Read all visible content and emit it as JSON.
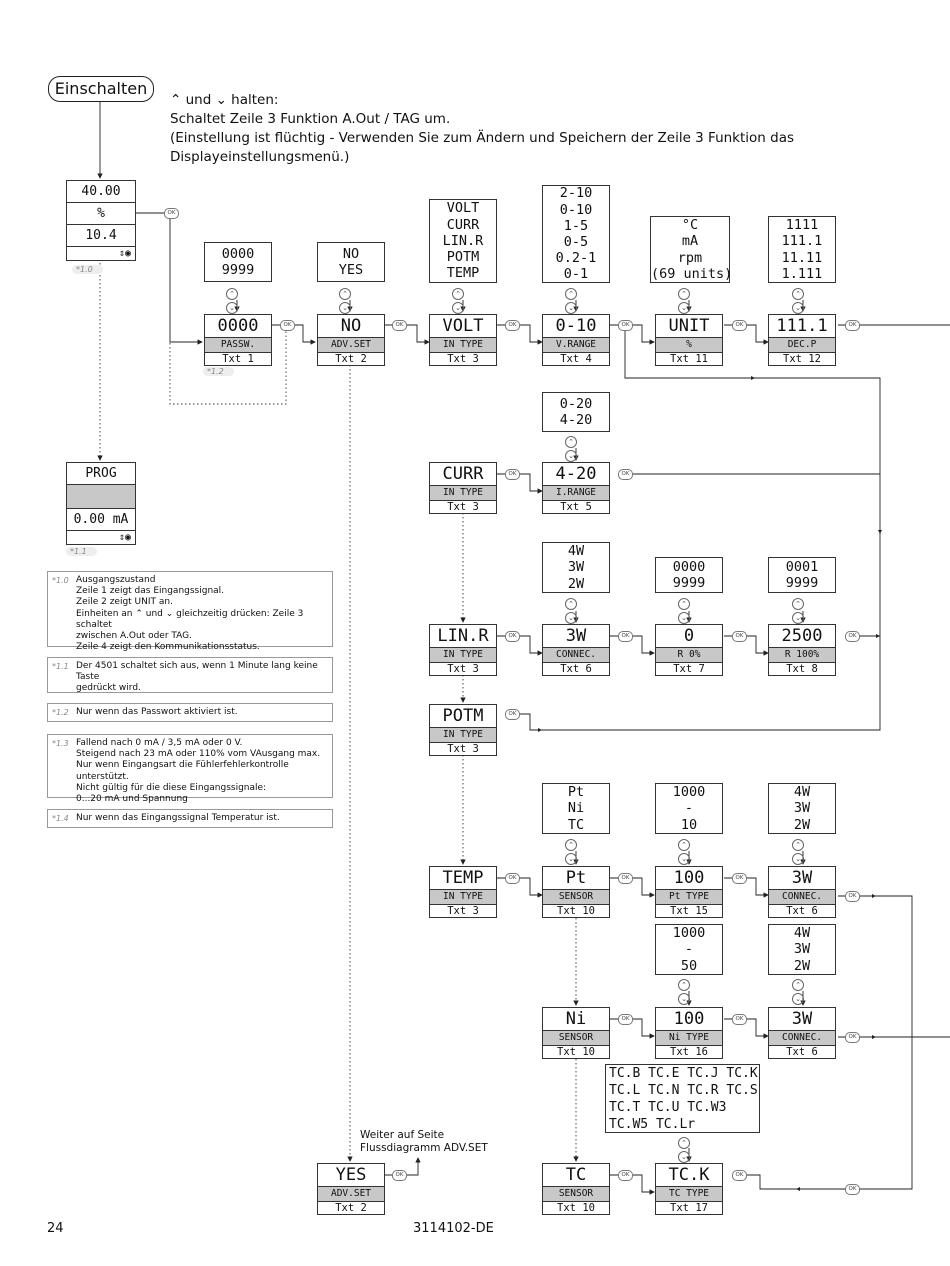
{
  "start": {
    "label": "Einschalten"
  },
  "intro": {
    "line1": "⌃ und ⌄ halten:",
    "line2": "Schaltet Zeile 3 Funktion A.Out / TAG um.",
    "line3": "(Einstellung ist flüchtig - Verwenden Sie zum Ändern und Speichern der Zeile 3 Funktion das",
    "line4": "Displayeinstellungsmenü.)"
  },
  "ok_label": "OK",
  "lcd_main": {
    "row1": "40.00",
    "row2": "%",
    "row3": "10.4",
    "status": "⇕◉",
    "footnote": "*1.0"
  },
  "lcd_prog": {
    "row1": "PROG",
    "row2": "",
    "row3": "0.00 mA",
    "status": "⇕◉",
    "footnote": "*1.1"
  },
  "footnote_12": "*1.2",
  "menus": {
    "passw": {
      "value": "0000",
      "label": "PASSW.",
      "txt": "Txt 1"
    },
    "advset": {
      "value": "NO",
      "label": "ADV.SET",
      "txt": "Txt 2"
    },
    "volt": {
      "value": "VOLT",
      "label": "IN TYPE",
      "txt": "Txt 3"
    },
    "vrange": {
      "value": "0-10",
      "label": "V.RANGE",
      "txt": "Txt 4"
    },
    "unit": {
      "value": "UNIT",
      "label": "%",
      "txt": "Txt 11"
    },
    "decp": {
      "value": "111.1",
      "label": "DEC.P",
      "txt": "Txt 12"
    },
    "curr": {
      "value": "CURR",
      "label": "IN TYPE",
      "txt": "Txt 3"
    },
    "irange": {
      "value": "4-20",
      "label": "I.RANGE",
      "txt": "Txt 5"
    },
    "linr": {
      "value": "LIN.R",
      "label": "IN TYPE",
      "txt": "Txt 3"
    },
    "connec_lin": {
      "value": "3W",
      "label": "CONNEC.",
      "txt": "Txt 6"
    },
    "r0": {
      "value": "0",
      "label": "R 0%",
      "txt": "Txt 7"
    },
    "r100": {
      "value": "2500",
      "label": "R 100%",
      "txt": "Txt 8"
    },
    "potm": {
      "value": "POTM",
      "label": "IN TYPE",
      "txt": "Txt 3"
    },
    "temp": {
      "value": "TEMP",
      "label": "IN TYPE",
      "txt": "Txt 3"
    },
    "sensor_pt": {
      "value": "Pt",
      "label": "SENSOR",
      "txt": "Txt 10"
    },
    "pttype": {
      "value": "100",
      "label": "Pt TYPE",
      "txt": "Txt 15"
    },
    "connec_pt": {
      "value": "3W",
      "label": "CONNEC.",
      "txt": "Txt 6"
    },
    "sensor_ni": {
      "value": "Ni",
      "label": "SENSOR",
      "txt": "Txt 10"
    },
    "nitype": {
      "value": "100",
      "label": "Ni TYPE",
      "txt": "Txt 16"
    },
    "connec_ni": {
      "value": "3W",
      "label": "CONNEC.",
      "txt": "Txt 6"
    },
    "advset_yes": {
      "value": "YES",
      "label": "ADV.SET",
      "txt": "Txt 2"
    },
    "sensor_tc": {
      "value": "TC",
      "label": "SENSOR",
      "txt": "Txt 10"
    },
    "tctype": {
      "value": "TC.K",
      "label": "TC TYPE",
      "txt": "Txt 17"
    }
  },
  "options": {
    "passw": [
      "0000",
      "9999"
    ],
    "advset": [
      "NO",
      "YES"
    ],
    "intype": [
      "VOLT",
      "CURR",
      "LIN.R",
      "POTM",
      "TEMP"
    ],
    "vrange": [
      "2-10",
      "0-10",
      "1-5",
      "0-5",
      "0.2-1",
      "0-1"
    ],
    "unit": [
      "°C",
      "mA",
      "rpm",
      "(69 units)"
    ],
    "decp": [
      "1111",
      "111.1",
      "11.11",
      "1.111"
    ],
    "irange": [
      "0-20",
      "4-20"
    ],
    "connec_lin": [
      "4W",
      "3W",
      "2W"
    ],
    "r0": [
      "0000",
      "9999"
    ],
    "r100": [
      "0001",
      "9999"
    ],
    "sensor": [
      "Pt",
      "Ni",
      "TC"
    ],
    "pttype": [
      "1000",
      "-",
      "10"
    ],
    "connec_pt": [
      "4W",
      "3W",
      "2W"
    ],
    "nitype": [
      "1000",
      "-",
      "50"
    ],
    "connec_ni": [
      "4W",
      "3W",
      "2W"
    ],
    "tctype": [
      "TC.B TC.E TC.J TC.K",
      "TC.L TC.N TC.R TC.S",
      "TC.T TC.U TC.W3",
      "TC.W5 TC.Lr"
    ]
  },
  "notes": [
    {
      "key": "*1.0",
      "lines": [
        "Ausgangszustand",
        "Zeile 1 zeigt das Eingangssignal.",
        "Zeile 2 zeigt UNIT an.",
        "Einheiten an ⌃ und ⌄ gleichzeitig drücken: Zeile 3 schaltet",
        "zwischen A.Out oder TAG.",
        "Zeile 4 zeigt den Kommunikationsstatus."
      ]
    },
    {
      "key": "*1.1",
      "lines": [
        "Der 4501 schaltet sich aus, wenn 1 Minute lang keine Taste",
        "gedrückt wird."
      ]
    },
    {
      "key": "*1.2",
      "lines": [
        "Nur wenn das Passwort aktiviert ist."
      ]
    },
    {
      "key": "*1.3",
      "lines": [
        "Fallend nach 0 mA / 3,5 mA oder 0 V.",
        "Steigend nach 23 mA oder 110% vom VAusgang max.",
        "Nur wenn Eingangsart die Fühlerfehlerkontrolle unterstützt.",
        "Nicht gültig für die diese Eingangssignale:",
        "0...20 mA und Spannung"
      ]
    },
    {
      "key": "*1.4",
      "lines": [
        "Nur wenn das Eingangssignal Temperatur ist."
      ]
    }
  ],
  "continue_text": [
    "Weiter auf Seite",
    "Flussdiagramm ADV.SET"
  ],
  "footer": {
    "page": "24",
    "doc_id": "3114102-DE"
  }
}
